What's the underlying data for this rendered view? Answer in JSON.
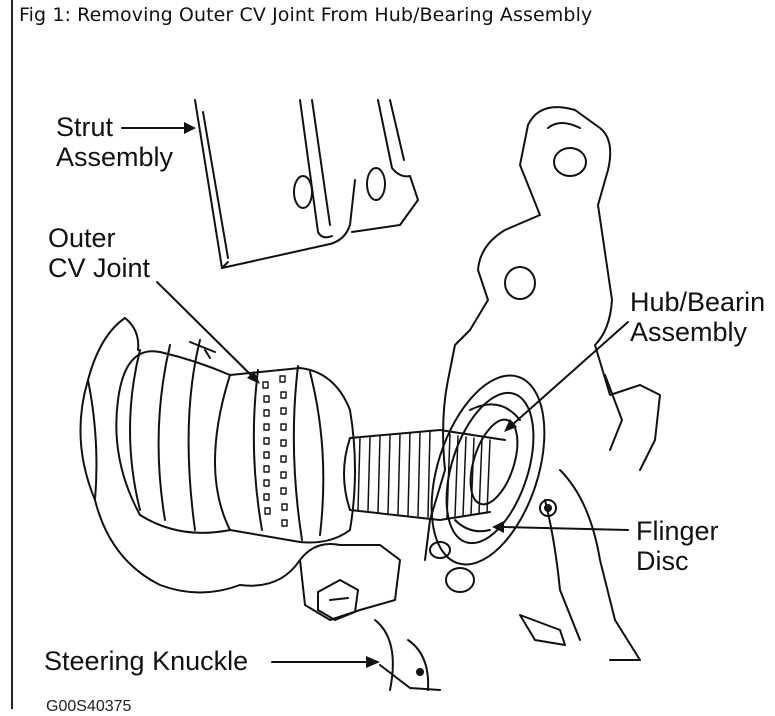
{
  "figure": {
    "title": "Fig 1: Removing Outer CV Joint From Hub/Bearing Assembly",
    "code": "G00S40375"
  },
  "labels": {
    "strut": [
      "Strut",
      "Assembly"
    ],
    "outer_cv": [
      "Outer",
      "CV Joint"
    ],
    "hub": [
      "Hub/Bearin",
      "Assembly"
    ],
    "flinger": [
      "Flinger",
      "Disc"
    ],
    "knuckle": [
      "Steering Knuckle"
    ]
  }
}
